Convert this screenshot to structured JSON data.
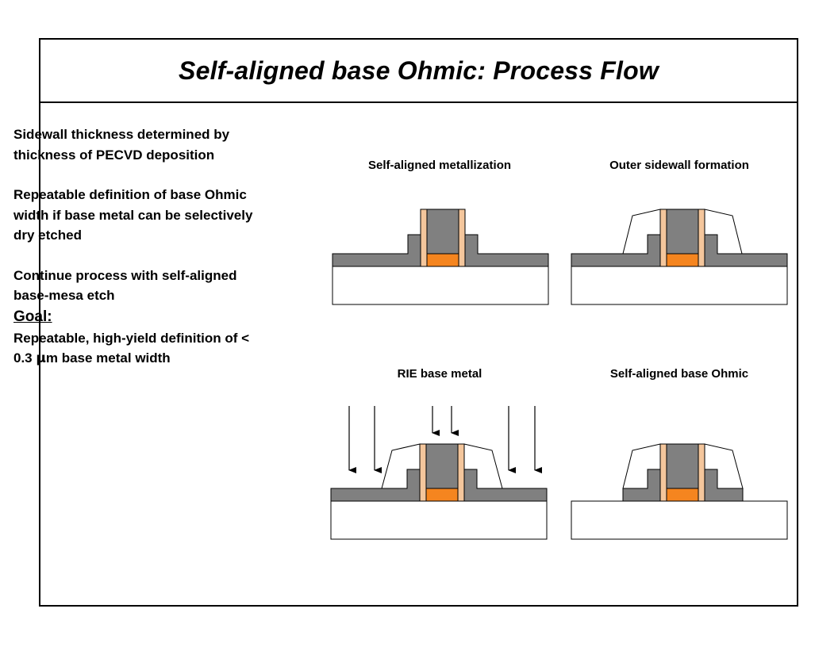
{
  "title": "Self-aligned base Ohmic: Process Flow",
  "bullets": [
    "Sidewall thickness determined by thickness of PECVD deposition",
    "Repeatable definition of base Ohmic width if base metal can be selectively dry etched",
    "Continue process with self-aligned base-mesa etch"
  ],
  "goal_heading": "Goal:",
  "goal_text_before": "Repeatable, high-yield definition of < 0.3 ",
  "goal_text_unit_symbol": "μ",
  "goal_text_after": "m base metal width",
  "panels": [
    {
      "title": "Self-aligned metallization"
    },
    {
      "title": "Outer sidewall formation"
    },
    {
      "title": "RIE base metal"
    },
    {
      "title": "Self-aligned base Ohmic"
    }
  ],
  "colors": {
    "substrate": "#ffffff",
    "base_metal": "#808080",
    "emitter": "#808080",
    "inner_sidewall": "#f4c69c",
    "emitter_contact": "#f5851f",
    "outline": "#000000"
  }
}
